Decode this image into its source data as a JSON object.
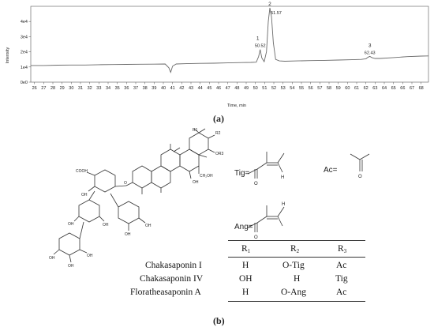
{
  "panel_a_label": "(a)",
  "panel_b_label": "(b)",
  "chart_data": {
    "type": "line",
    "title": "",
    "xlabel": "Time, min",
    "ylabel": "Intensity",
    "xlim": [
      25.6,
      68.8
    ],
    "ylim": [
      0,
      50000
    ],
    "x_ticks": [
      26,
      27,
      28,
      29,
      30,
      31,
      32,
      33,
      34,
      35,
      36,
      37,
      38,
      39,
      40,
      41,
      42,
      43,
      44,
      45,
      46,
      47,
      48,
      49,
      50,
      51,
      52,
      53,
      54,
      55,
      56,
      57,
      58,
      59,
      60,
      61,
      62,
      63,
      64,
      65,
      66,
      67,
      68
    ],
    "y_ticks": [
      {
        "value": 0,
        "label": "0e0"
      },
      {
        "value": 10000,
        "label": "1e4"
      },
      {
        "value": 20000,
        "label": "2e4"
      },
      {
        "value": 30000,
        "label": "3e4"
      },
      {
        "value": 40000,
        "label": "4e4"
      }
    ],
    "grid": false,
    "series": [
      {
        "x": [
          25.6,
          27,
          28.5,
          30,
          31.5,
          33,
          34.5,
          36,
          37.5,
          39,
          40.2,
          40.6,
          40.8,
          41.0,
          41.4,
          42.5,
          44,
          45.5,
          47,
          48.5,
          49.5,
          50.1,
          50.35,
          50.52,
          50.7,
          50.95,
          51.2,
          51.4,
          51.57,
          51.75,
          51.95,
          52.2,
          52.6,
          53.2,
          54.5,
          56,
          57.5,
          59,
          60.5,
          61.5,
          62.0,
          62.25,
          62.43,
          62.65,
          63.0,
          63.5,
          65,
          66.5,
          68,
          68.8
        ],
        "y": [
          11000,
          11000,
          11200,
          11300,
          11300,
          11500,
          11600,
          11700,
          11800,
          11900,
          12000,
          9500,
          6500,
          10500,
          12000,
          12200,
          12400,
          12500,
          12700,
          12900,
          13000,
          13200,
          17000,
          21500,
          16000,
          13500,
          20000,
          40000,
          49000,
          43000,
          26000,
          15000,
          14000,
          13800,
          14000,
          14200,
          14400,
          14600,
          14800,
          15000,
          15400,
          16500,
          17000,
          16200,
          15600,
          15600,
          16200,
          16800,
          17200,
          17300
        ]
      }
    ],
    "annotations": [
      {
        "label": "1",
        "x": 50.52,
        "y": 21500,
        "rt": "50.52"
      },
      {
        "label": "2",
        "x": 51.57,
        "y": 49000,
        "rt": "51.57"
      },
      {
        "label": "3",
        "x": 62.43,
        "y": 17000,
        "rt": "62.43"
      }
    ]
  },
  "structure": {
    "substituents": [
      "R1",
      "R2",
      "R3",
      "OR3"
    ],
    "group_labels": [
      "COOH",
      "OH",
      "O",
      "H"
    ],
    "tig_label": "Tig=",
    "ang_label": "Ang=",
    "ac_label": "Ac="
  },
  "table": {
    "headers": [
      "R1",
      "R2",
      "R3"
    ],
    "rows": [
      {
        "name": "Chakasaponin I",
        "r1": "H",
        "r2": "O-Tig",
        "r3": "Ac"
      },
      {
        "name": "Chakasaponin IV",
        "r1": "OH",
        "r2": "H",
        "r3": "Tig"
      },
      {
        "name": "Floratheasaponin A",
        "r1": "H",
        "r2": "O-Ang",
        "r3": "Ac"
      }
    ]
  }
}
